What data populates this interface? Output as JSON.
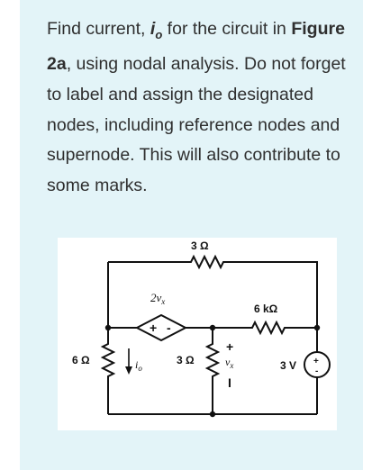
{
  "question": {
    "part1": "Find current, ",
    "current_symbol": "i",
    "current_subscript": "o",
    "part2": " for the circuit in ",
    "figure_ref": "Figure 2a",
    "part3": ", using nodal analysis. Do not forget to label and assign the designated nodes, including reference nodes and supernode. This will also contribute to some marks."
  },
  "circuit": {
    "r_top": "3 Ω",
    "r_right": "6 kΩ",
    "r_left": "6 Ω",
    "r_mid": "3 Ω",
    "current_label": "i",
    "current_label_sub": "o",
    "dep_source_label": "2v",
    "dep_source_sub": "x",
    "dep_plus": "+",
    "dep_minus": "-",
    "vx_plus": "+",
    "vx_label": "v",
    "vx_sub": "x",
    "vx_minus": "I",
    "vsource_label": "3 V",
    "vsource_plus": "+",
    "vsource_minus": "-"
  }
}
